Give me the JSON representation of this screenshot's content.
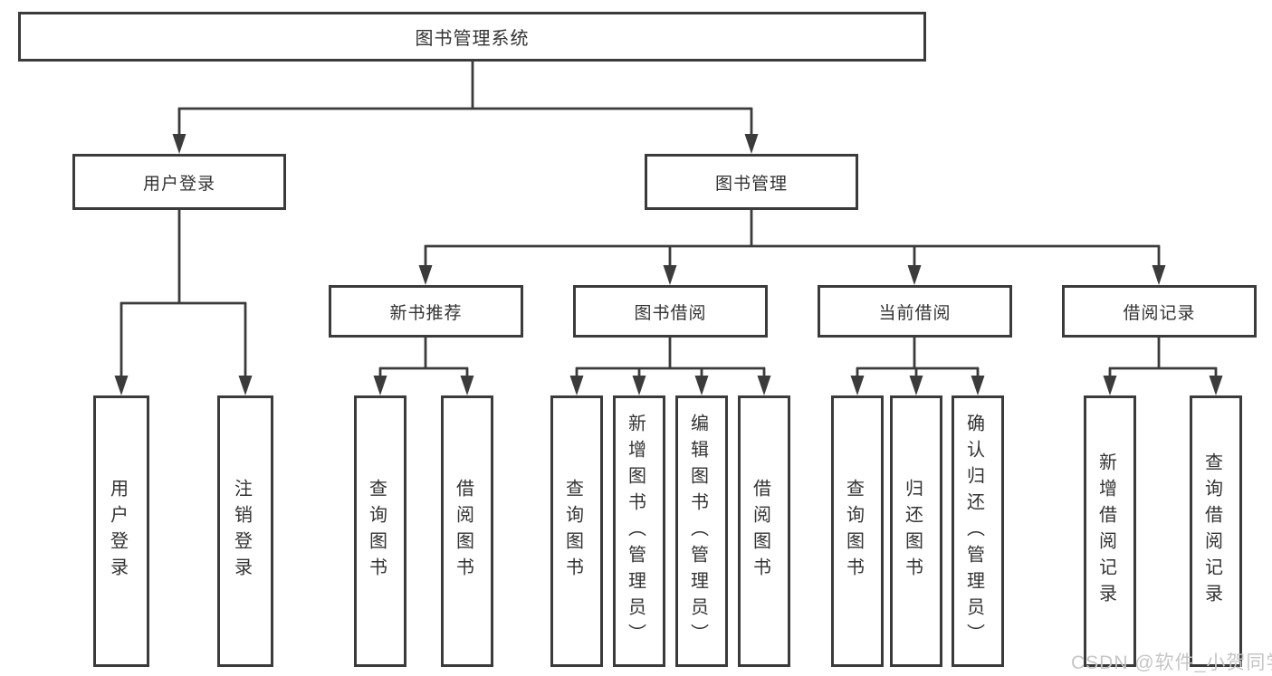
{
  "diagram_type": "hierarchy-tree",
  "colors": {
    "line": "#3b3b3b",
    "box_border": "#3b3b3b",
    "text": "#333333",
    "background": "#ffffff",
    "watermark": "#c6c6c6"
  },
  "tree": {
    "label": "图书管理系统",
    "children": [
      {
        "label": "用户登录",
        "children": [
          {
            "label": "用户登录"
          },
          {
            "label": "注销登录"
          }
        ]
      },
      {
        "label": "图书管理",
        "children": [
          {
            "label": "新书推荐",
            "children": [
              {
                "label": "查询图书"
              },
              {
                "label": "借阅图书"
              }
            ]
          },
          {
            "label": "图书借阅",
            "children": [
              {
                "label": "查询图书"
              },
              {
                "label": "新增图书（管理员）"
              },
              {
                "label": "编辑图书（管理员）"
              },
              {
                "label": "借阅图书"
              }
            ]
          },
          {
            "label": "当前借阅",
            "children": [
              {
                "label": "查询图书"
              },
              {
                "label": "归还图书"
              },
              {
                "label": "确认归还（管理员）"
              }
            ]
          },
          {
            "label": "借阅记录",
            "children": [
              {
                "label": "新增借阅记录"
              },
              {
                "label": "查询借阅记录"
              }
            ]
          }
        ]
      }
    ]
  },
  "watermark": "CSDN @软件_小贺同学"
}
